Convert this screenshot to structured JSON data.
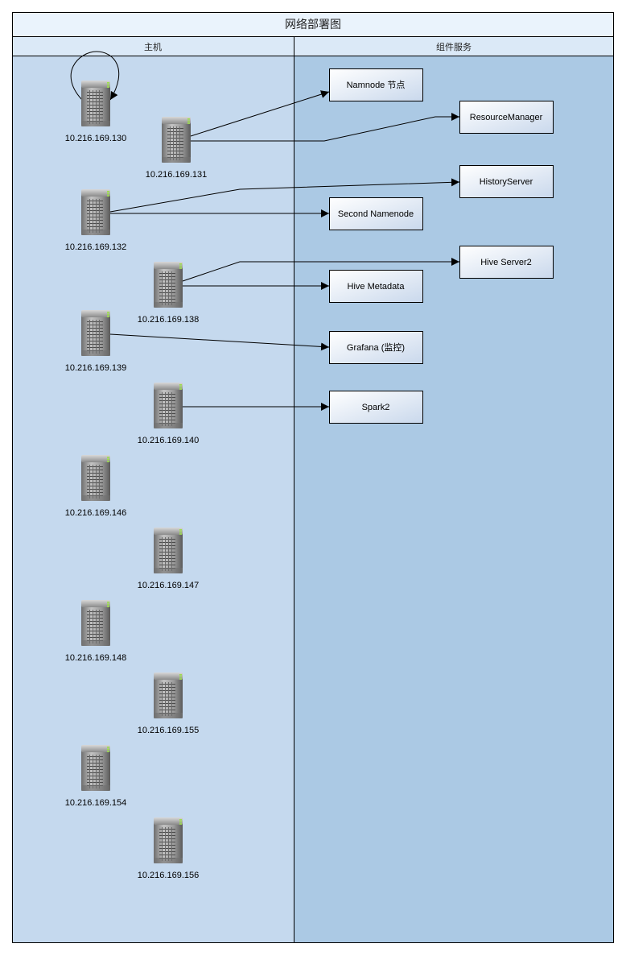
{
  "diagram": {
    "title": "网络部署图",
    "lanes": [
      {
        "id": "hosts",
        "label": "主机"
      },
      {
        "id": "services",
        "label": "组件服务"
      }
    ],
    "hosts": [
      {
        "id": "h130",
        "ip": "10.216.169.130"
      },
      {
        "id": "h131",
        "ip": "10.216.169.131"
      },
      {
        "id": "h132",
        "ip": "10.216.169.132"
      },
      {
        "id": "h138",
        "ip": "10.216.169.138"
      },
      {
        "id": "h139",
        "ip": "10.216.169.139"
      },
      {
        "id": "h140",
        "ip": "10.216.169.140"
      },
      {
        "id": "h146",
        "ip": "10.216.169.146"
      },
      {
        "id": "h147",
        "ip": "10.216.169.147"
      },
      {
        "id": "h148",
        "ip": "10.216.169.148"
      },
      {
        "id": "h155",
        "ip": "10.216.169.155"
      },
      {
        "id": "h154",
        "ip": "10.216.169.154"
      },
      {
        "id": "h156",
        "ip": "10.216.169.156"
      }
    ],
    "services": [
      {
        "id": "namenode",
        "label": "Namnode 节点"
      },
      {
        "id": "rm",
        "label": "ResourceManager"
      },
      {
        "id": "history",
        "label": "HistoryServer"
      },
      {
        "id": "secondnn",
        "label": "Second Namenode"
      },
      {
        "id": "hiveserver2",
        "label": "Hive Server2"
      },
      {
        "id": "hivemeta",
        "label": "Hive Metadata"
      },
      {
        "id": "grafana",
        "label": "Grafana (监控)"
      },
      {
        "id": "spark2",
        "label": "Spark2"
      }
    ],
    "connections": [
      {
        "from": "h130",
        "to": "h130",
        "type": "self-loop"
      },
      {
        "from": "h131",
        "to": "namenode"
      },
      {
        "from": "h131",
        "to": "rm"
      },
      {
        "from": "h132",
        "to": "history"
      },
      {
        "from": "h132",
        "to": "secondnn"
      },
      {
        "from": "h138",
        "to": "hiveserver2"
      },
      {
        "from": "h138",
        "to": "hivemeta"
      },
      {
        "from": "h139",
        "to": "grafana"
      },
      {
        "from": "h140",
        "to": "spark2"
      }
    ],
    "colors": {
      "title_bg": "#eaf3fc",
      "header_bg": "#dbe9f7",
      "host_lane_bg": "#c5d9ee",
      "service_lane_bg": "#abc9e4",
      "service_fill_top": "#ffffff",
      "service_fill_bottom": "#c9d8ec",
      "border": "#000000"
    },
    "icons": {
      "host": "server-tower-icon"
    }
  }
}
